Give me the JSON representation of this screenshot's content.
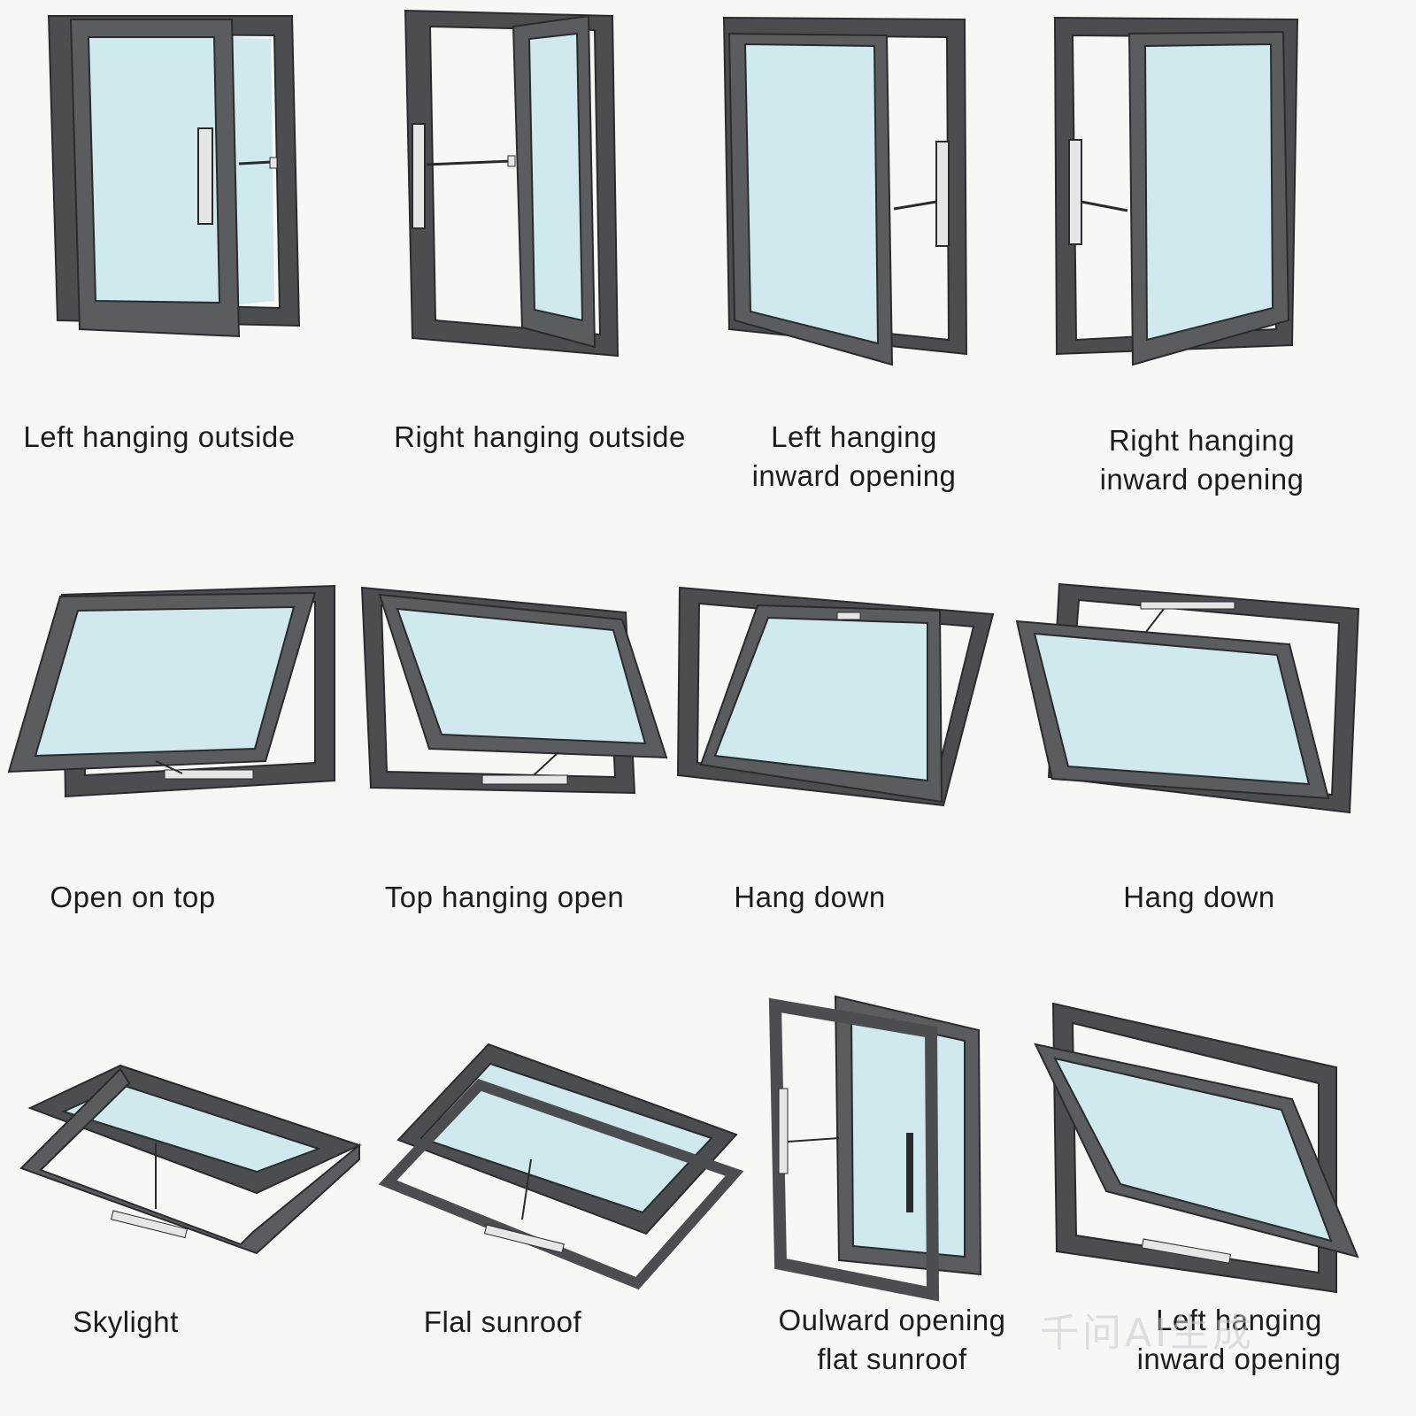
{
  "colors": {
    "frame": "#4b4d50",
    "frame_edge": "#2a2b2d",
    "glass": "#cfe9ee",
    "hardware": "#e6e6e6",
    "text": "#1c1c1c",
    "background": "#f7f7f6"
  },
  "items": [
    {
      "label": "Left hanging outside"
    },
    {
      "label": "Right hanging outside"
    },
    {
      "label": "Left hanging\ninward opening"
    },
    {
      "label": "Right hanging\ninward opening"
    },
    {
      "label": "Open on top"
    },
    {
      "label": "Top hanging open"
    },
    {
      "label": "Hang down"
    },
    {
      "label": "Hang down"
    },
    {
      "label": "Skylight"
    },
    {
      "label": "Flal sunroof"
    },
    {
      "label": "Oulward opening\nflat sunroof"
    },
    {
      "label": "Left hanging\ninward opening"
    }
  ],
  "watermark": "千问AI生成"
}
